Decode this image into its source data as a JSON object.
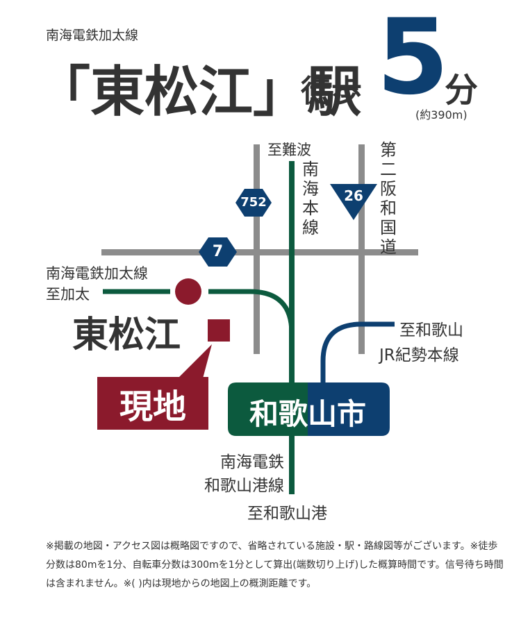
{
  "header": {
    "line_name": "南海電鉄加太線",
    "station": "「東松江」駅",
    "walk_label": "徒歩",
    "walk_minutes": "5",
    "minute_unit": "分",
    "distance": "(約390m)"
  },
  "roads": {
    "route_752": "752",
    "route_26": "26",
    "route_7": "7"
  },
  "labels": {
    "to_namba": "至難波",
    "nankai_main": [
      "南",
      "海",
      "本",
      "線"
    ],
    "hanwa_road": [
      "第",
      "二",
      "阪",
      "和",
      "国",
      "道"
    ],
    "kada_line": "南海電鉄加太線",
    "to_kada": "至加太",
    "station_name": "東松江",
    "genchi": "現地",
    "to_wakayama": "至和歌山",
    "jr_kisei": "JR紀勢本線",
    "city_left": "和歌",
    "city_right": "山市",
    "port_line_1": "南海電鉄",
    "port_line_2": "和歌山港線",
    "to_port": "至和歌山港"
  },
  "colors": {
    "navy": "#0d3f70",
    "green": "#0c5a3e",
    "maroon": "#8b1a2c",
    "road_gray": "#8c8c8c"
  },
  "footnote": "※掲載の地図・アクセス図は概略図ですので、省略されている施設・駅・路線図等がございます。※徒歩分数は80mを1分、自転車分数は300mを1分として算出(端数切り上げ)した概算時間です。信号待ち時間は含まれません。※( )内は現地からの地図上の概測距離です。"
}
